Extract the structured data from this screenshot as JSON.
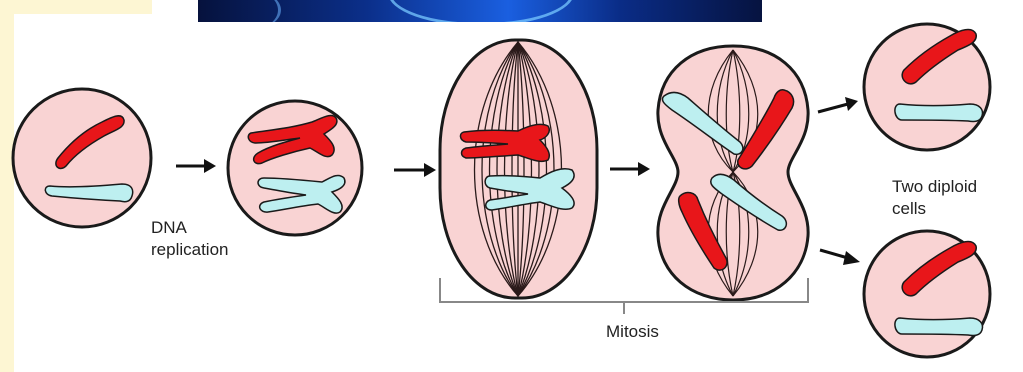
{
  "labels": {
    "dna_replication_line1": "DNA",
    "dna_replication_line2": "replication",
    "mitosis": "Mitosis",
    "diploid_line1": "Two diploid",
    "diploid_line2": "cells"
  },
  "colors": {
    "cell_fill": "#f9d3d3",
    "cell_outline": "#1a1a1a",
    "red_chromosome": "#e8161a",
    "cyan_chromosome": "#bdeff0",
    "spindle": "#2a1a1a",
    "background": "#ffffff",
    "cream_panel": "#fdf6d3"
  }
}
